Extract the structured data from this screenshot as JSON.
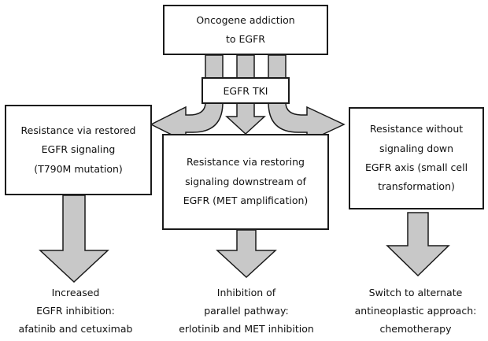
{
  "top_box": {
    "lines": [
      "Oncogene addiction",
      "to EGFR"
    ]
  },
  "tki_label": "EGFR TKI",
  "left_box": {
    "lines": [
      "Resistance via restored",
      "EGFR signaling",
      "(T790M mutation)"
    ]
  },
  "middle_box": {
    "lines": [
      "Resistance via restoring",
      "signaling downstream of",
      "EGFR (MET amplification)"
    ]
  },
  "right_box": {
    "lines": [
      "Resistance without",
      "signaling down",
      "EGFR axis (small cell",
      "transformation)"
    ]
  },
  "outcomes": [
    {
      "lines": [
        "Increased",
        "EGFR inhibition:",
        "afatinib and cetuximab"
      ]
    },
    {
      "lines": [
        "Inhibition of",
        "parallel pathway:",
        "erlotinib and MET inhibition"
      ]
    },
    {
      "lines": [
        "Switch to alternate",
        "antineoplastic approach:",
        "chemotherapy"
      ]
    }
  ],
  "colors": {
    "arrow_fill": "#c8c8c8",
    "arrow_stroke": "#1a1a1a",
    "box_border": "#1a1a1a"
  }
}
